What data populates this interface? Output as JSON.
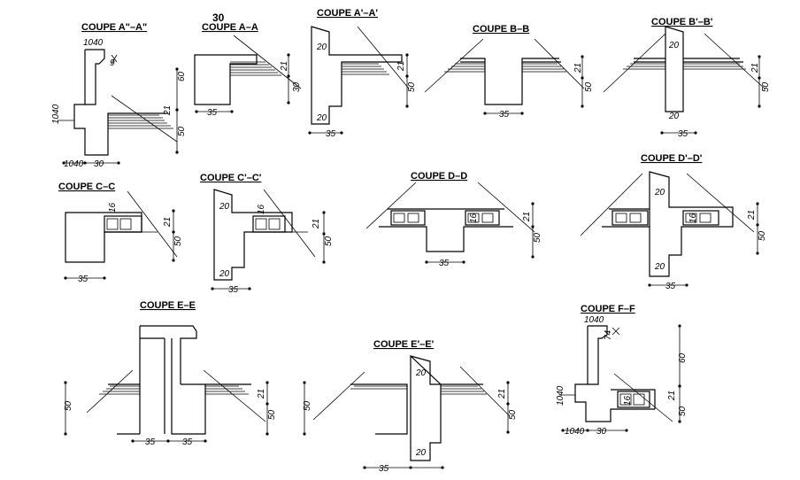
{
  "page_number": "30",
  "sections": [
    {
      "id": "coupe-a2",
      "title": "COUPE A\"–A\"",
      "dims": [
        "1040",
        "9",
        "60",
        "21",
        "50",
        "1040",
        "1040",
        "30"
      ]
    },
    {
      "id": "coupe-aa",
      "title": "COUPE A–A",
      "dims": [
        "21",
        "30",
        "35"
      ]
    },
    {
      "id": "coupe-a1",
      "title": "COUPE A'–A'",
      "dims": [
        "20",
        "21",
        "50",
        "20",
        "35"
      ]
    },
    {
      "id": "coupe-bb",
      "title": "COUPE B–B",
      "dims": [
        "21",
        "50",
        "35"
      ]
    },
    {
      "id": "coupe-b1",
      "title": "COUPE B'–B'",
      "dims": [
        "20",
        "21",
        "50",
        "20",
        "35"
      ]
    },
    {
      "id": "coupe-cc",
      "title": "COUPE C–C",
      "dims": [
        "16",
        "21",
        "50",
        "35"
      ]
    },
    {
      "id": "coupe-c1",
      "title": "COUPE C'–C'",
      "dims": [
        "20",
        "16",
        "21",
        "50",
        "20",
        "35"
      ]
    },
    {
      "id": "coupe-dd",
      "title": "COUPE D–D",
      "dims": [
        "16",
        "21",
        "50",
        "35"
      ]
    },
    {
      "id": "coupe-d1",
      "title": "COUPE D'–D'",
      "dims": [
        "20",
        "16",
        "21",
        "50",
        "20",
        "35"
      ]
    },
    {
      "id": "coupe-ee",
      "title": "COUPE E–E",
      "dims": [
        "50",
        "21",
        "50",
        "35",
        "35"
      ]
    },
    {
      "id": "coupe-e1",
      "title": "COUPE E'–E'",
      "dims": [
        "50",
        "20",
        "21",
        "50",
        "20",
        "35"
      ]
    },
    {
      "id": "coupe-ff",
      "title": "COUPE F–F",
      "dims": [
        "1040",
        "74",
        "60",
        "1040",
        "16",
        "21",
        "50",
        "1040",
        "30"
      ]
    }
  ]
}
